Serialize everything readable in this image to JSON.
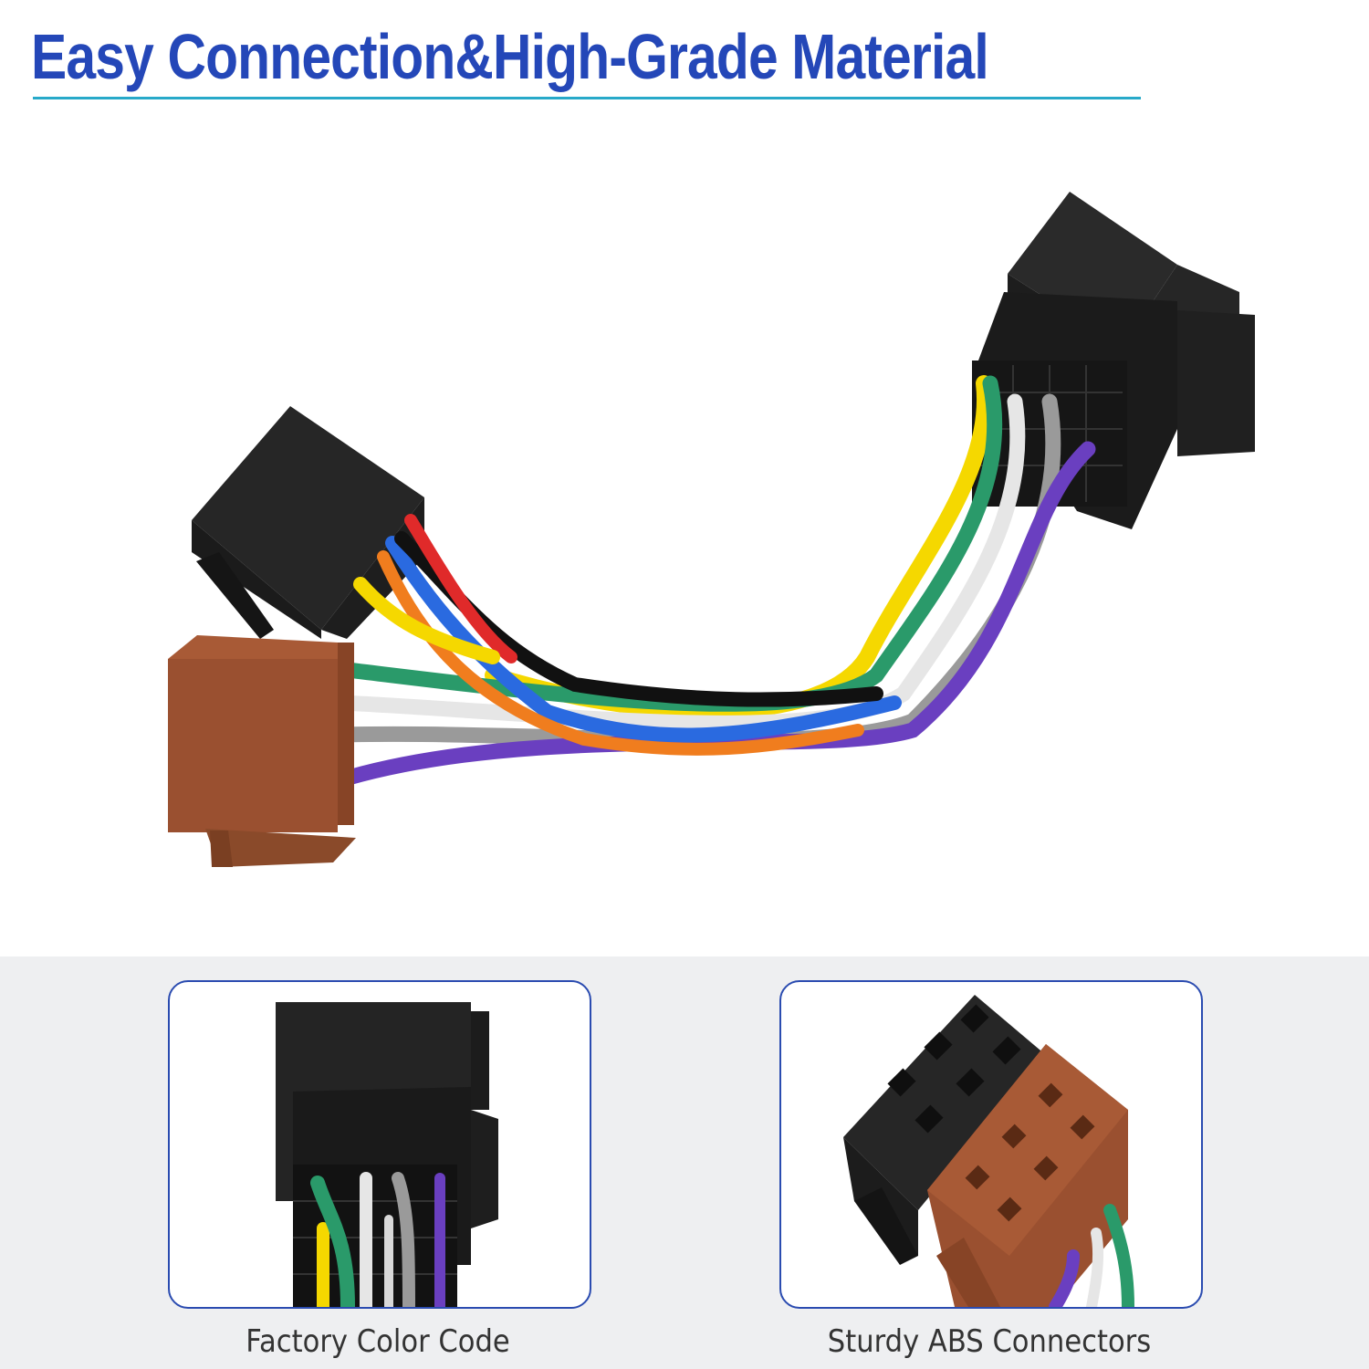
{
  "headline": "Easy Connection&High-Grade Material",
  "features": [
    {
      "caption": "Factory Color Code",
      "image": "factory-color-code-photo"
    },
    {
      "caption": "Sturdy ABS Connectors",
      "image": "abs-connectors-photo"
    }
  ],
  "colors": {
    "headline": "#2447b8",
    "rule": "#27a9c9",
    "card_border": "#2a4bb0",
    "band": "#eeeff1",
    "connector_black": "#222222",
    "connector_brown": "#9a5030"
  },
  "wire_colors": [
    "#f5d800",
    "#2a9a6a",
    "#e0e0e0",
    "#9a9a9a",
    "#6a3fc0",
    "#2a6ae0",
    "#111111",
    "#f07d1e",
    "#e02a2a"
  ]
}
